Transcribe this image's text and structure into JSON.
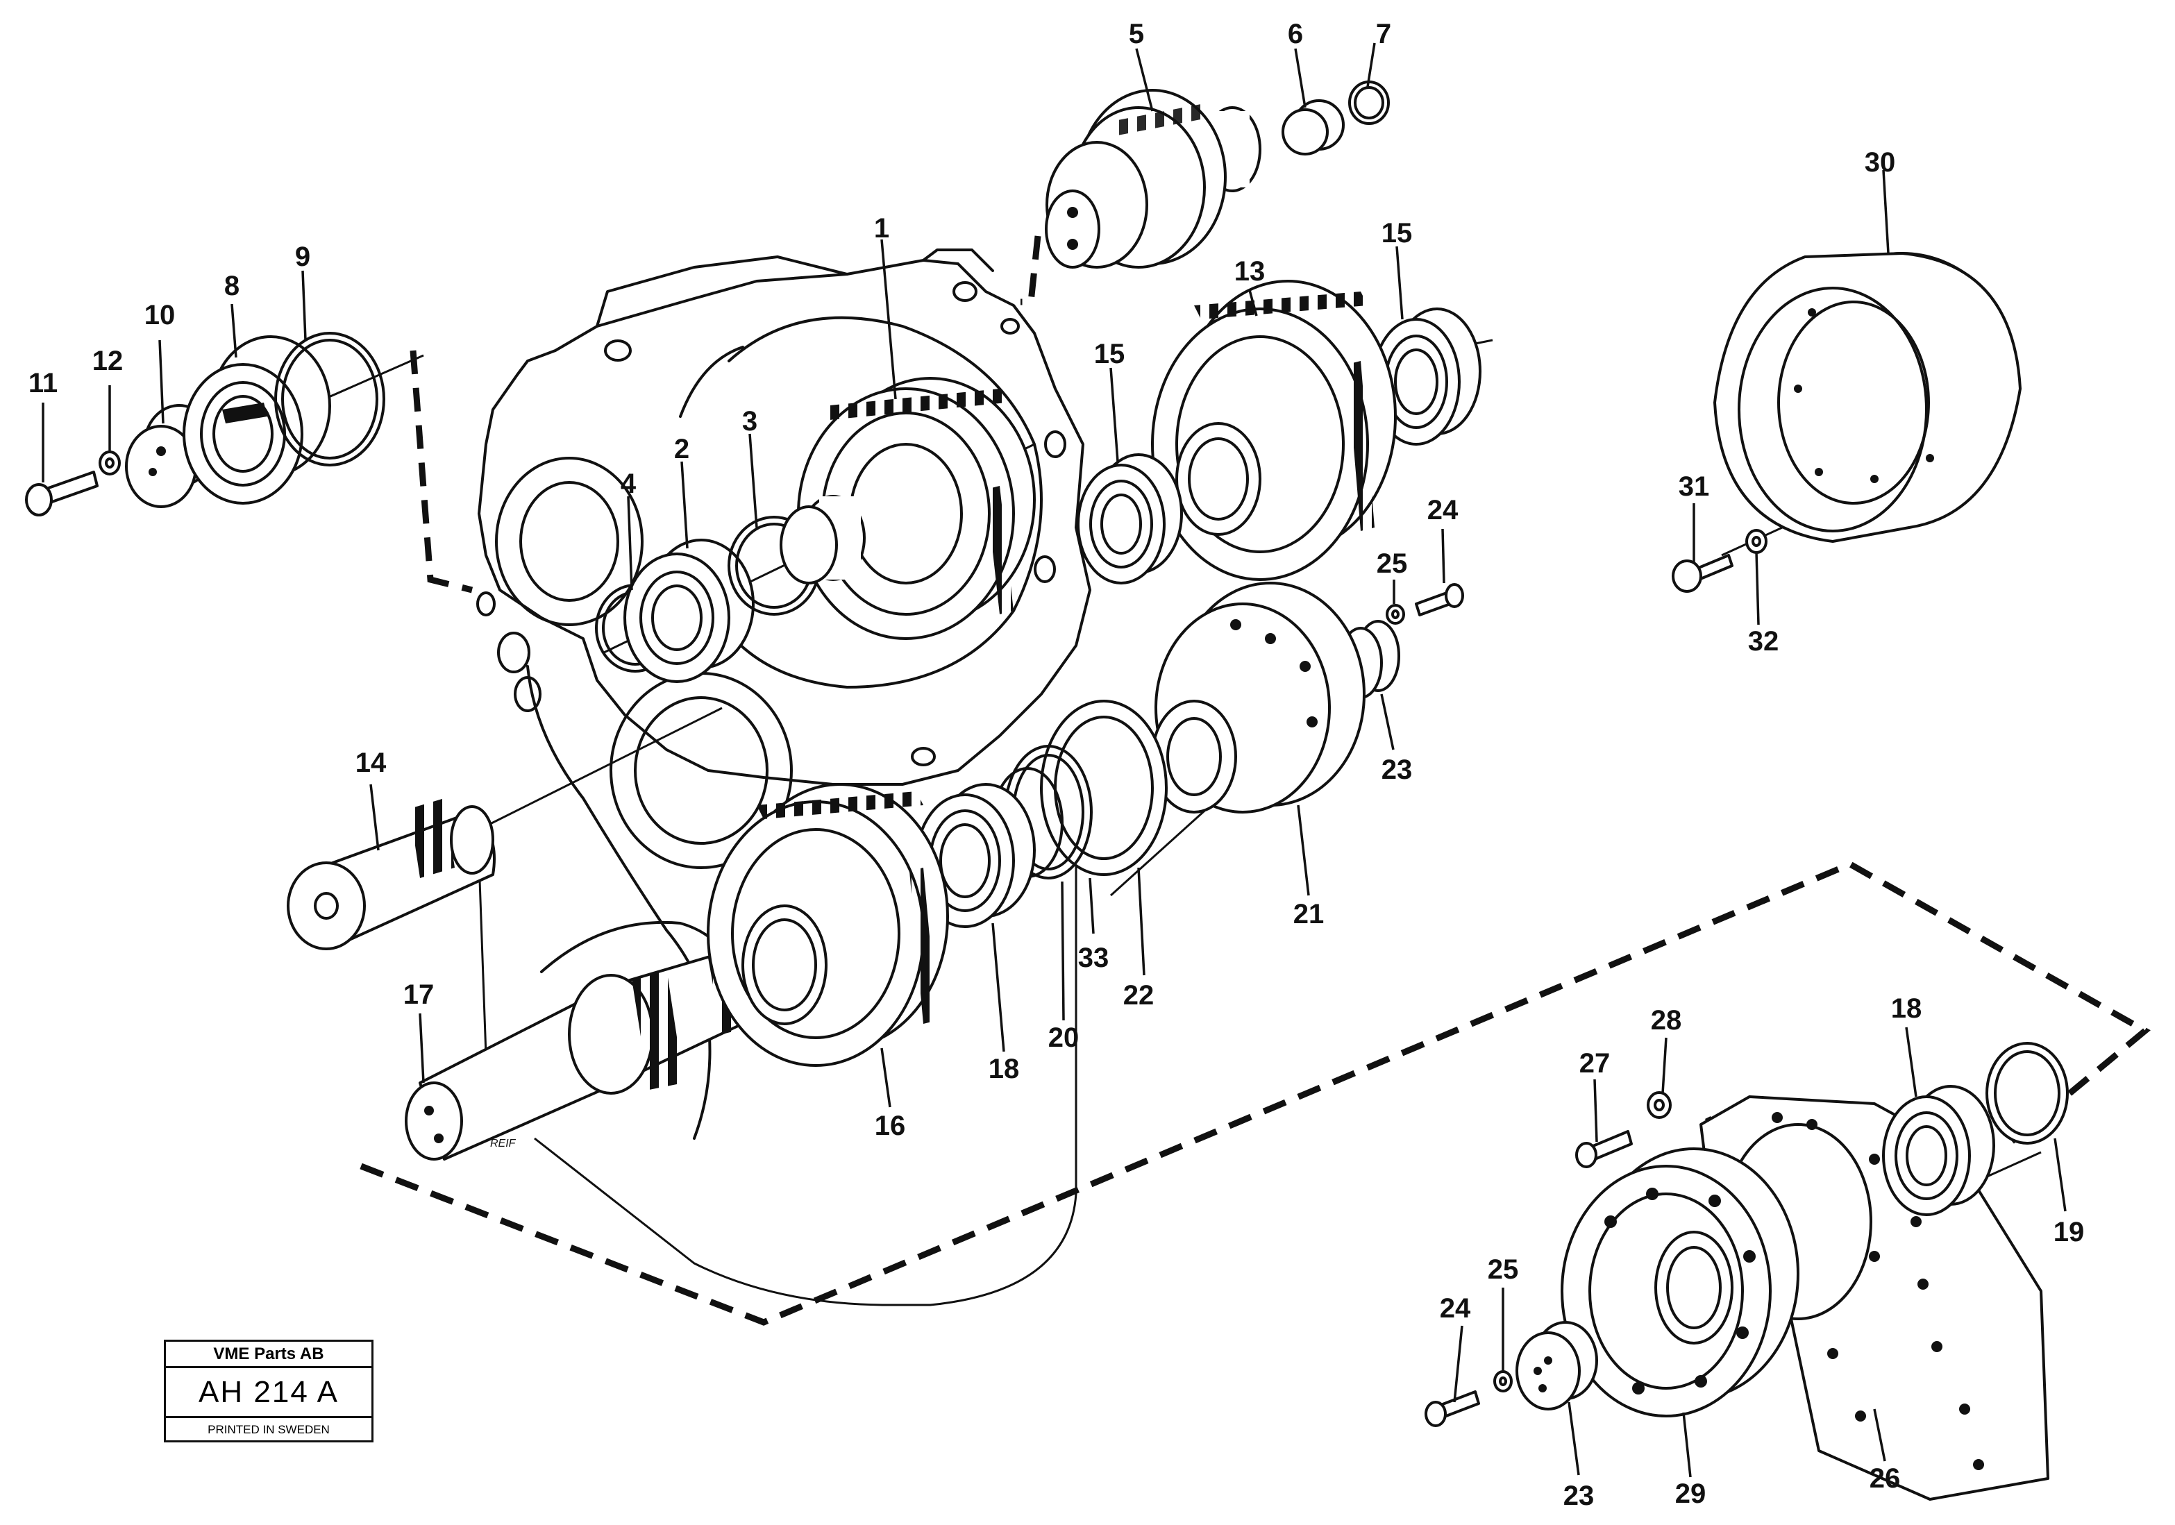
{
  "callouts": {
    "c1": "1",
    "c2": "2",
    "c3": "3",
    "c4": "4",
    "c5": "5",
    "c6": "6",
    "c7": "7",
    "c8": "8",
    "c9": "9",
    "c10": "10",
    "c11": "11",
    "c12": "12",
    "c13": "13",
    "c14": "14",
    "c15a": "15",
    "c15b": "15",
    "c16": "16",
    "c17": "17",
    "c18a": "18",
    "c18b": "18",
    "c19": "19",
    "c20": "20",
    "c21": "21",
    "c22": "22",
    "c23a": "23",
    "c23b": "23",
    "c24a": "24",
    "c24b": "24",
    "c25a": "25",
    "c25b": "25",
    "c26": "26",
    "c27": "27",
    "c28": "28",
    "c29": "29",
    "c30": "30",
    "c31": "31",
    "c32": "32",
    "c33": "33"
  },
  "handwritten_note": "REIF",
  "reference_box": {
    "company": "VME Parts AB",
    "code": "AH 214 A",
    "printed": "PRINTED IN SWEDEN"
  }
}
